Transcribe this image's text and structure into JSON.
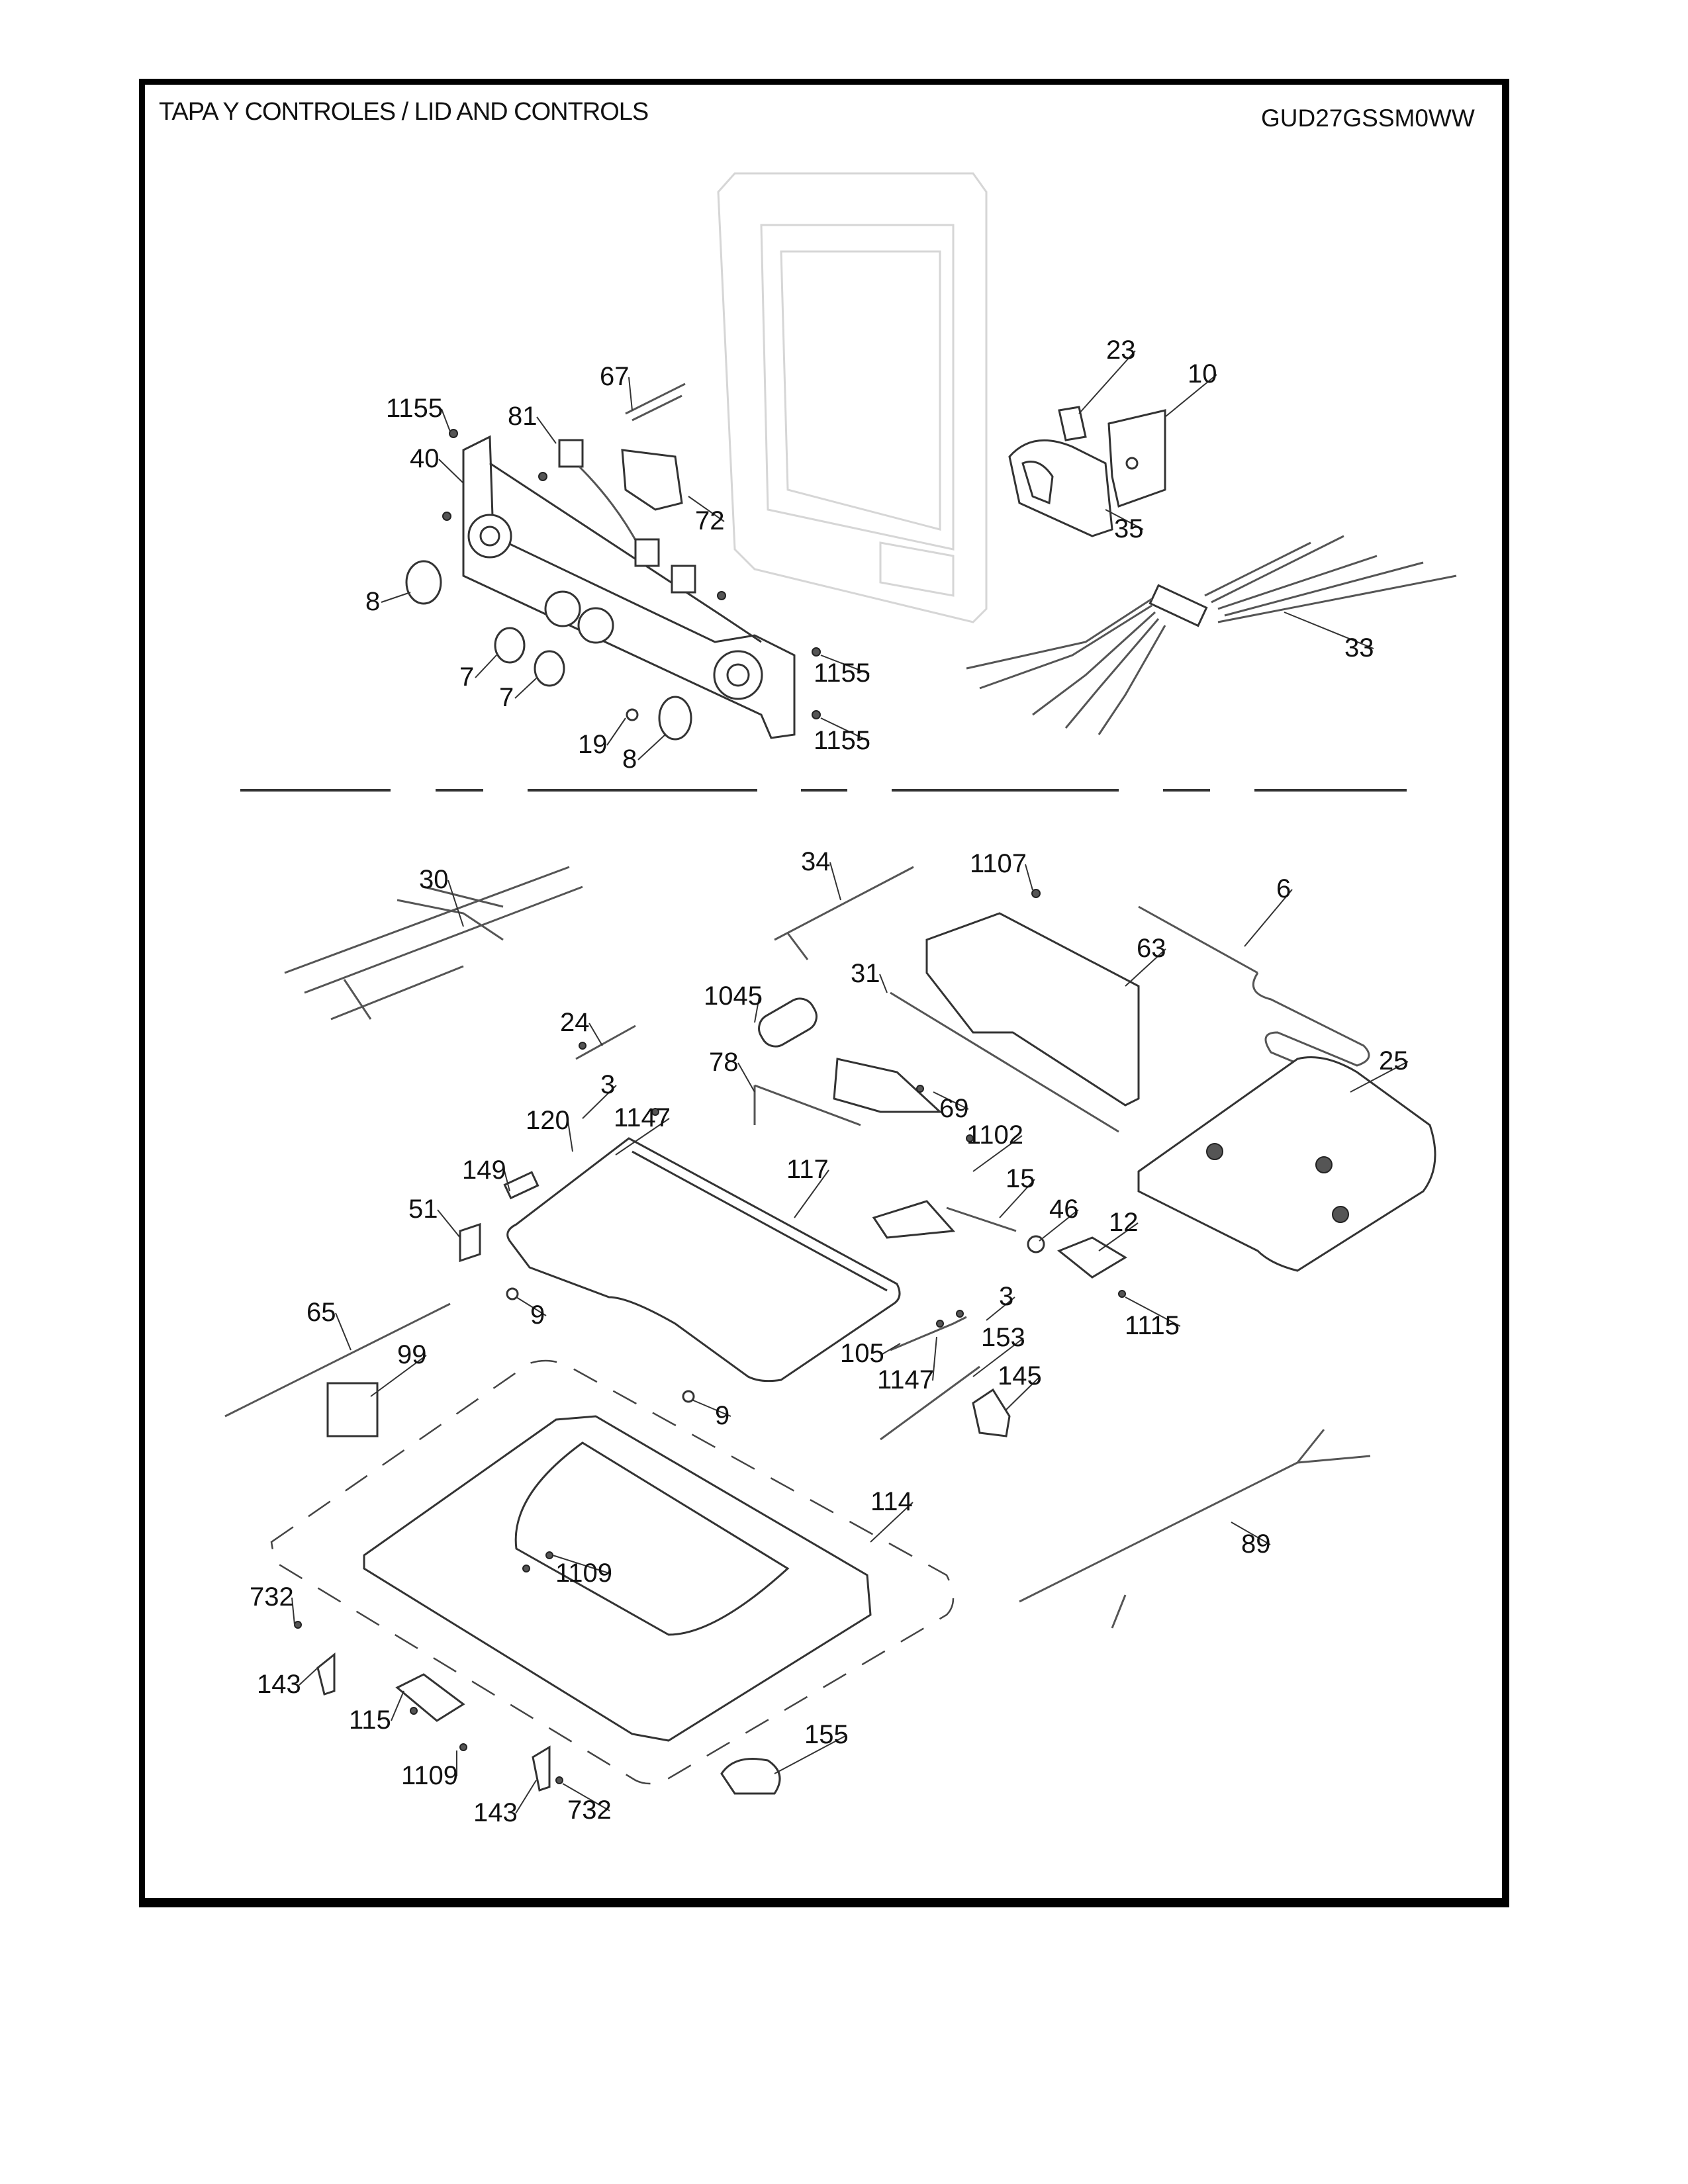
{
  "header": {
    "title": "TAPA Y  CONTROLES / LID AND CONTROLS",
    "model": "GUD27GSSM0WW"
  },
  "upper_section": {
    "callouts": [
      {
        "id": "1155a",
        "label": "1155",
        "part": "screw"
      },
      {
        "id": "81",
        "label": "81",
        "part": "harness-switch"
      },
      {
        "id": "67",
        "label": "67",
        "part": "wire-jumper"
      },
      {
        "id": "40",
        "label": "40",
        "part": "control-panel-backsplash"
      },
      {
        "id": "72",
        "label": "72",
        "part": "control-board"
      },
      {
        "id": "8a",
        "label": "8",
        "part": "knob"
      },
      {
        "id": "7a",
        "label": "7",
        "part": "knob-small"
      },
      {
        "id": "7b",
        "label": "7",
        "part": "knob-small"
      },
      {
        "id": "19",
        "label": "19",
        "part": "push-button"
      },
      {
        "id": "8b",
        "label": "8",
        "part": "knob"
      },
      {
        "id": "1155b",
        "label": "1155",
        "part": "screw"
      },
      {
        "id": "1155c",
        "label": "1155",
        "part": "screw"
      },
      {
        "id": "23",
        "label": "23",
        "part": "switch"
      },
      {
        "id": "10",
        "label": "10",
        "part": "timer"
      },
      {
        "id": "35",
        "label": "35",
        "part": "timer-bracket"
      },
      {
        "id": "33",
        "label": "33",
        "part": "wire-harness"
      }
    ]
  },
  "lower_section": {
    "callouts": [
      {
        "id": "30",
        "label": "30",
        "part": "wire-harness"
      },
      {
        "id": "34",
        "label": "34",
        "part": "wire-harness"
      },
      {
        "id": "1107",
        "label": "1107",
        "part": "screw"
      },
      {
        "id": "6",
        "label": "6",
        "part": "heater-element"
      },
      {
        "id": "63",
        "label": "63",
        "part": "bracket-box"
      },
      {
        "id": "31",
        "label": "31",
        "part": "rod"
      },
      {
        "id": "1045",
        "label": "1045",
        "part": "capacitor"
      },
      {
        "id": "24",
        "label": "24",
        "part": "wire-jumper"
      },
      {
        "id": "25",
        "label": "25",
        "part": "inlet-hose-assembly"
      },
      {
        "id": "78",
        "label": "78",
        "part": "hose"
      },
      {
        "id": "3a",
        "label": "3",
        "part": "nut"
      },
      {
        "id": "69",
        "label": "69",
        "part": "electronic-board"
      },
      {
        "id": "120",
        "label": "120",
        "part": "lid-switch-actuator"
      },
      {
        "id": "1147a",
        "label": "1147",
        "part": "screw"
      },
      {
        "id": "1102",
        "label": "1102",
        "part": "screw"
      },
      {
        "id": "149",
        "label": "149",
        "part": "bumper"
      },
      {
        "id": "117",
        "label": "117",
        "part": "lid"
      },
      {
        "id": "15",
        "label": "15",
        "part": "dispenser-hose"
      },
      {
        "id": "51",
        "label": "51",
        "part": "clip"
      },
      {
        "id": "46",
        "label": "46",
        "part": "hose-fitting"
      },
      {
        "id": "12",
        "label": "12",
        "part": "water-valve"
      },
      {
        "id": "9a",
        "label": "9",
        "part": "bumper-foot"
      },
      {
        "id": "65",
        "label": "65",
        "part": "wire-harness"
      },
      {
        "id": "3b",
        "label": "3",
        "part": "nut"
      },
      {
        "id": "1115",
        "label": "1115",
        "part": "screw"
      },
      {
        "id": "105",
        "label": "105",
        "part": "hinge-rod"
      },
      {
        "id": "153",
        "label": "153",
        "part": "spring"
      },
      {
        "id": "99",
        "label": "99",
        "part": "lid-lock"
      },
      {
        "id": "145",
        "label": "145",
        "part": "hinge-bracket"
      },
      {
        "id": "1147b",
        "label": "1147",
        "part": "screw"
      },
      {
        "id": "9b",
        "label": "9",
        "part": "bumper-foot"
      },
      {
        "id": "114",
        "label": "114",
        "part": "top-cover"
      },
      {
        "id": "89",
        "label": "89",
        "part": "wire-harness"
      },
      {
        "id": "1109a",
        "label": "1109",
        "part": "screw"
      },
      {
        "id": "732a",
        "label": "732",
        "part": "screw"
      },
      {
        "id": "143a",
        "label": "143",
        "part": "hinge"
      },
      {
        "id": "115",
        "label": "115",
        "part": "hinge-cover"
      },
      {
        "id": "155",
        "label": "155",
        "part": "bleach-cap"
      },
      {
        "id": "1109b",
        "label": "1109",
        "part": "screw"
      },
      {
        "id": "143b",
        "label": "143",
        "part": "hinge"
      },
      {
        "id": "732b",
        "label": "732",
        "part": "screw"
      }
    ]
  }
}
